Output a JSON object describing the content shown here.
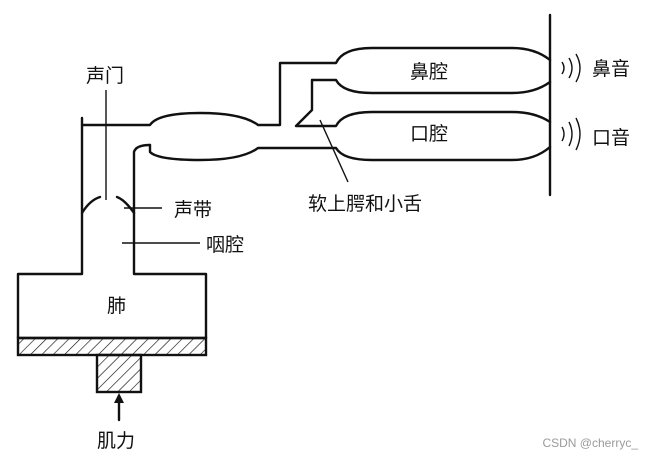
{
  "labels": {
    "glottis": "声门",
    "nasal_cavity": "鼻腔",
    "nasal_sound": "鼻音",
    "oral_cavity": "口腔",
    "oral_sound": "口音",
    "soft_palate_uvula": "软上腭和小舌",
    "vocal_cords": "声带",
    "pharynx": "咽腔",
    "lungs": "肺",
    "muscle_force": "肌力"
  },
  "watermark": "CSDN @cherryc_",
  "icons": {
    "sound_waves": "sound-wave-arcs",
    "force_arrow": "up-arrow"
  }
}
